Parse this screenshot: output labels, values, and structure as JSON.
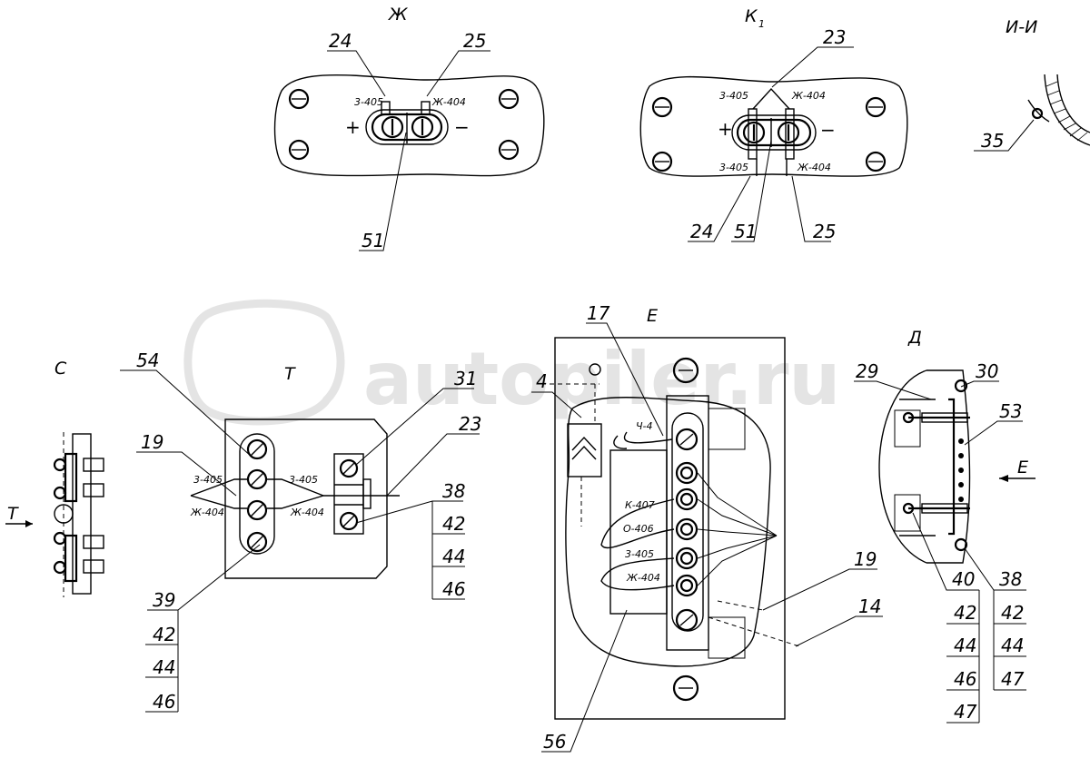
{
  "watermark": "autopiler.ru",
  "views": {
    "zh": "Ж",
    "k1": "К",
    "k1_sub": "1",
    "ii": "И-И",
    "c": "С",
    "e": "Е",
    "d": "Д",
    "t_top": "Т",
    "t_arrow": "Т",
    "e_arrow": "Е"
  },
  "polarity": {
    "plus": "+",
    "minus": "−"
  },
  "wires": {
    "w3405": "3-405",
    "zh404": "Ж-404",
    "ch4": "Ч-4",
    "k407": "К-407",
    "o406": "О-406"
  },
  "callouts": {
    "c24": "24",
    "c25": "25",
    "c51": "51",
    "c23": "23",
    "c35": "35",
    "c17": "17",
    "c4": "4",
    "c29": "29",
    "c30": "30",
    "c53": "53",
    "c54": "54",
    "c31": "31",
    "c19": "19",
    "c38": "38",
    "c39": "39",
    "c40": "40",
    "c14": "14",
    "c56": "56"
  },
  "stacks": {
    "mid": [
      "42",
      "44",
      "46"
    ],
    "left": [
      "42",
      "44",
      "46"
    ],
    "d40": [
      "42",
      "44",
      "46",
      "47"
    ],
    "d38": [
      "42",
      "44",
      "47"
    ]
  }
}
